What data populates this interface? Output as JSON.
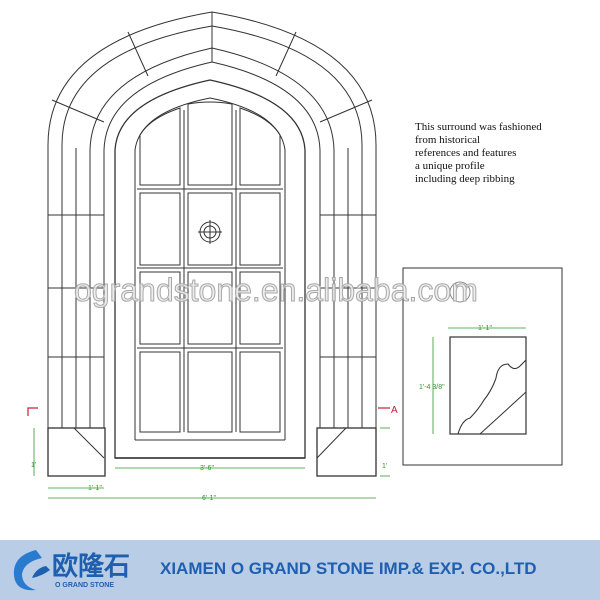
{
  "note": {
    "lines": [
      "This surround was fashioned",
      "from historical",
      "references and features",
      "a unique profile",
      "including deep ribbing"
    ]
  },
  "dimensions": {
    "door_width": "3'-6\"",
    "overall_width": "6'-1\"",
    "base_width": "1'-1\"",
    "base_height_left": "1'",
    "base_height_right": "1'",
    "section_width": "1'-1\"",
    "section_height": "1'-4 3/8\"",
    "section_marker": "A"
  },
  "watermark": "ograndstone.en.alibaba.com",
  "banner": {
    "logo_cn": "欧隆石",
    "logo_en": "O GRAND STONE",
    "company": "XIAMEN O GRAND STONE IMP.& EXP. CO.,LTD"
  },
  "colors": {
    "line": "#333333",
    "dimension": "#2a9a2a",
    "marker": "#c0203a",
    "banner_bg": "#b9cde6",
    "brand": "#1f5fb0"
  }
}
